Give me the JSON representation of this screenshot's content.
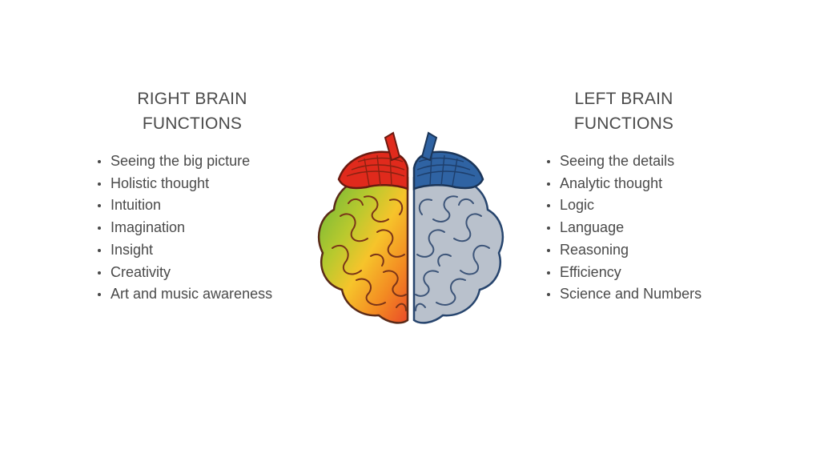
{
  "right_panel": {
    "title_line1": "RIGHT BRAIN",
    "title_line2": "FUNCTIONS",
    "items": [
      "Seeing the big picture",
      "Holistic thought",
      "Intuition",
      "Imagination",
      "Insight",
      "Creativity",
      "Art and music awareness"
    ]
  },
  "left_panel": {
    "title_line1": "LEFT BRAIN",
    "title_line2": "FUNCTIONS",
    "items": [
      "Seeing the details",
      "Analytic thought",
      "Logic",
      "Language",
      "Reasoning",
      "Efficiency",
      "Science and Numbers"
    ]
  },
  "brain_illustration": {
    "icon": "brain-icon",
    "colors": {
      "right_top": "#e02a1c",
      "right_green": "#5fb43a",
      "right_yellow": "#f6c42b",
      "right_orange": "#f38a22",
      "right_red": "#ea4a28",
      "left_top": "#2f63a3",
      "left_gray": "#b9c1cc",
      "outline": "#5a2a18",
      "outline_left": "#27456e"
    }
  }
}
